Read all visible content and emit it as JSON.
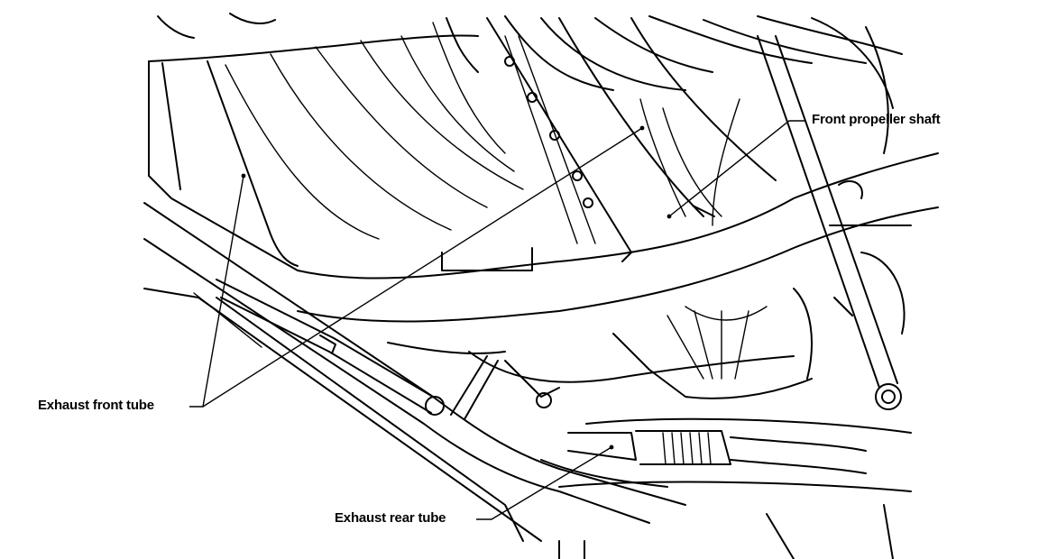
{
  "labels": {
    "front_propeller_shaft": "Front propeller shaft",
    "exhaust_front_tube": "Exhaust front tube",
    "exhaust_rear_tube": "Exhaust rear tube"
  }
}
